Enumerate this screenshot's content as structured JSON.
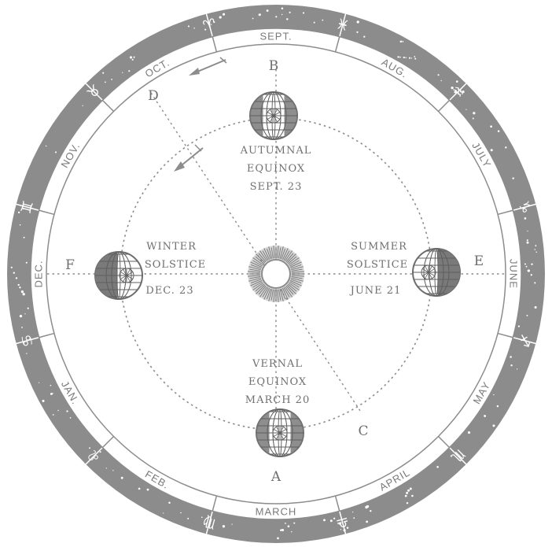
{
  "months": [
    {
      "label": "SEPT.",
      "angle": 0
    },
    {
      "label": "AUG.",
      "angle": 30
    },
    {
      "label": "JULY",
      "angle": 60
    },
    {
      "label": "JUNE",
      "angle": 90
    },
    {
      "label": "MAY",
      "angle": 120
    },
    {
      "label": "APRIL",
      "angle": 150
    },
    {
      "label": "MARCH",
      "angle": 180
    },
    {
      "label": "FEB.",
      "angle": 210
    },
    {
      "label": "JAN.",
      "angle": 240
    },
    {
      "label": "DEC.",
      "angle": 270
    },
    {
      "label": "NOV.",
      "angle": 300
    },
    {
      "label": "OCT.",
      "angle": 330
    }
  ],
  "zodiac": [
    {
      "symbol": "♈",
      "angle": 345
    },
    {
      "symbol": "♓",
      "angle": 15
    },
    {
      "symbol": "♒",
      "angle": 45
    },
    {
      "symbol": "♑",
      "angle": 75
    },
    {
      "symbol": "♐",
      "angle": 105
    },
    {
      "symbol": "♏",
      "angle": 135
    },
    {
      "symbol": "♎",
      "angle": 165
    },
    {
      "symbol": "♍",
      "angle": 195
    },
    {
      "symbol": "♌",
      "angle": 225
    },
    {
      "symbol": "♋",
      "angle": 255
    },
    {
      "symbol": "♊",
      "angle": 285
    },
    {
      "symbol": "♉",
      "angle": 315
    }
  ],
  "letters": {
    "A": "A",
    "B": "B",
    "C": "C",
    "D": "D",
    "E": "E",
    "F": "F"
  },
  "autumnal": {
    "line1": "AUTUMNAL",
    "line2": "EQUINOX",
    "line3": "SEPT. 23"
  },
  "vernal": {
    "line1": "VERNAL",
    "line2": "EQUINOX",
    "line3": "MARCH 20"
  },
  "winter": {
    "line1": "WINTER",
    "line2": "SOLSTICE",
    "line3": "DEC. 23"
  },
  "summer": {
    "line1": "SUMMER",
    "line2": "SOLSTICE",
    "line3": "JUNE 21"
  }
}
